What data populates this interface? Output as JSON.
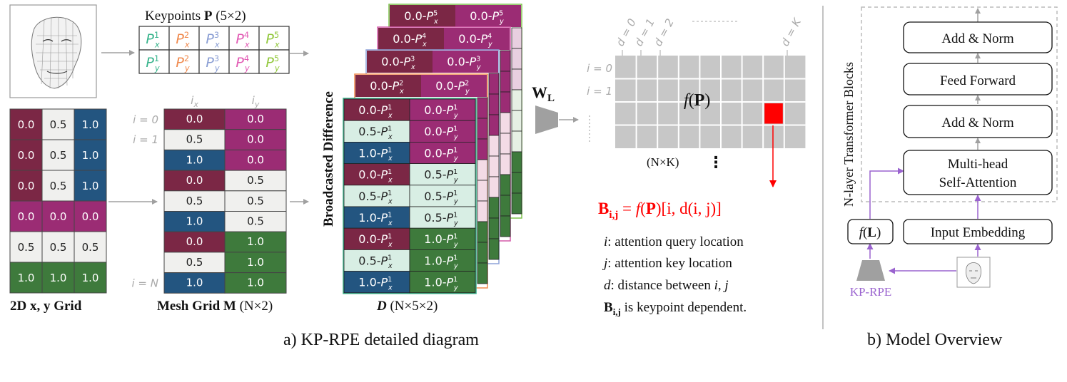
{
  "colors": {
    "maroon": "#7b2745",
    "white_cell": "#f0f0ee",
    "navy": "#235580",
    "magenta": "#9b2c74",
    "green": "#3e7a3c",
    "mint": "#d8eee4",
    "grey_mat": "#c7c7c7",
    "red": "#ff0000",
    "purple": "#9a63cf",
    "arrow_gray": "#a0a0a0"
  },
  "icons": [
    "face-wireframe-icon"
  ],
  "part_a": {
    "caption": "a) KP-RPE detailed diagram",
    "keypoints": {
      "title_prefix": "Keypoints ",
      "title_symbol": "P",
      "title_dims": "(5×2)",
      "x_row": [
        "P_x^1",
        "P_x^2",
        "P_x^3",
        "P_x^4",
        "P_x^5"
      ],
      "y_row": [
        "P_y^1",
        "P_y^2",
        "P_y^3",
        "P_y^4",
        "P_y^5"
      ],
      "colors": [
        "#38b48c",
        "#f08a4e",
        "#8a9ed4",
        "#e25ab4",
        "#92c83c"
      ]
    },
    "grid_xy": {
      "caption": "2D x, y Grid",
      "rows": [
        [
          "0.0",
          "0.5",
          "1.0"
        ],
        [
          "0.0",
          "0.5",
          "1.0"
        ],
        [
          "0.0",
          "0.5",
          "1.0"
        ],
        [
          "0.0",
          "0.0",
          "0.0"
        ],
        [
          "0.5",
          "0.5",
          "0.5"
        ],
        [
          "1.0",
          "1.0",
          "1.0"
        ]
      ]
    },
    "mesh_grid": {
      "caption_main": "Mesh Grid M",
      "caption_dims": "(N×2)",
      "col_labels": [
        "i_x",
        "i_y"
      ],
      "row_labels": [
        "i = 0",
        "i = 1",
        "i = N"
      ],
      "rows": [
        [
          "0.0",
          "0.0"
        ],
        [
          "0.5",
          "0.0"
        ],
        [
          "1.0",
          "0.0"
        ],
        [
          "0.0",
          "0.5"
        ],
        [
          "0.5",
          "0.5"
        ],
        [
          "1.0",
          "0.5"
        ],
        [
          "0.0",
          "1.0"
        ],
        [
          "0.5",
          "1.0"
        ],
        [
          "1.0",
          "1.0"
        ]
      ]
    },
    "broadcast_label": "Broadcasted Difference",
    "stack": {
      "caption_main": "D",
      "caption_dims": "(N×5×2)",
      "front_rows": [
        [
          "0.0-P_x^1",
          "0.0-P_y^1"
        ],
        [
          "0.5-P_x^1",
          "0.0-P_y^1"
        ],
        [
          "1.0-P_x^1",
          "0.0-P_y^1"
        ],
        [
          "0.0-P_x^1",
          "0.5-P_y^1"
        ],
        [
          "0.5-P_x^1",
          "0.5-P_y^1"
        ],
        [
          "1.0-P_x^1",
          "0.5-P_y^1"
        ],
        [
          "0.0-P_x^1",
          "1.0-P_y^1"
        ],
        [
          "0.5-P_x^1",
          "1.0-P_y^1"
        ],
        [
          "1.0-P_x^1",
          "1.0-P_y^1"
        ]
      ],
      "back_headers": [
        [
          "0.0-P_x^5",
          "0.0-P_y^5"
        ],
        [
          "0.0-P_x^4",
          "0.0-P_y^4"
        ],
        [
          "0.0-P_x^3",
          "0.0-P_y^3"
        ],
        [
          "0.0-P_x^2",
          "0.0-P_y^2"
        ]
      ]
    },
    "wl_label": "W_L",
    "matrix": {
      "d_labels": [
        "d = 0",
        "d = 1",
        "d = 2",
        "d = K"
      ],
      "i_labels": [
        "i = 0",
        "i = 1"
      ],
      "center_label": "f(P)",
      "caption": "(N×K)",
      "dots": "⋮"
    },
    "formula": "B_{i,j} = f(P)[i, d(i, j)]",
    "legend": [
      {
        "sym": "i",
        "text": ": attention query location"
      },
      {
        "sym": "j",
        "text": ": attention key location"
      },
      {
        "sym": "d",
        "text": ": distance between i, j"
      },
      {
        "sym": "B_i,j",
        "text": " is keypoint dependent."
      }
    ]
  },
  "part_b": {
    "caption": "b) Model Overview",
    "side_label": "N-layer Transformer Blocks",
    "blocks": [
      "Add & Norm",
      "Feed Forward",
      "Add & Norm",
      "Multi-head Self-Attention"
    ],
    "input_embedding": "Input Embedding",
    "fl_label": "f(L)",
    "kp_rpe_label": "KP-RPE"
  }
}
